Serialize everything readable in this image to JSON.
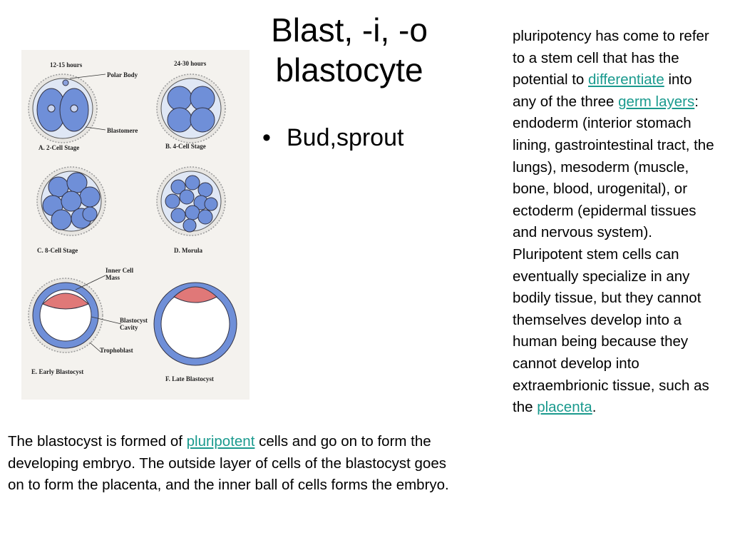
{
  "slide": {
    "title_line1": "Blast, -i, -o",
    "title_line2": "blastocyte",
    "bullet": "Bud,sprout"
  },
  "figure": {
    "labels": {
      "time_a": "12-15 hours",
      "time_b": "24-30 hours",
      "polar_body": "Polar Body",
      "blastomere": "Blastomere",
      "stage_a": "A. 2-Cell Stage",
      "stage_b": "B. 4-Cell Stage",
      "stage_c": "C. 8-Cell Stage",
      "stage_d": "D. Morula",
      "inner_cell_mass_1": "Inner Cell",
      "inner_cell_mass_2": "Mass",
      "blastocyst_cavity_1": "Blastocyst",
      "blastocyst_cavity_2": "Cavity",
      "trophoblast": "Trophoblast",
      "stage_e": "E. Early Blastocyst",
      "stage_f": "F. Late Blastocyst"
    }
  },
  "right_text": {
    "p1": "pluripotency has come to refer to a stem cell that has the potential to ",
    "link_differentiate": "differentiate",
    "p2": " into any of the three ",
    "link_germ_layers": "germ layers",
    "p3": ": endoderm (interior stomach lining, gastrointestinal tract, the lungs), mesoderm (muscle, bone, blood, urogenital), or ectoderm (epidermal tissues and nervous system). Pluripotent stem cells can eventually specialize in any bodily tissue, but they cannot themselves develop into a human being because they cannot develop into extraembrionic tissue, such as the ",
    "link_placenta": "placenta",
    "p4": "."
  },
  "bottom_text": {
    "p1": "The blastocyst is formed of ",
    "link_pluripotent": "pluripotent",
    "p2": " cells and go on to form the developing embryo. The outside layer of cells of the blastocyst goes on to form the placenta, and the inner ball of cells forms the embryo."
  },
  "colors": {
    "link": "#1a9a8e",
    "cell_blue": "#6f8fd8",
    "inner_mass_red": "#e07878"
  }
}
